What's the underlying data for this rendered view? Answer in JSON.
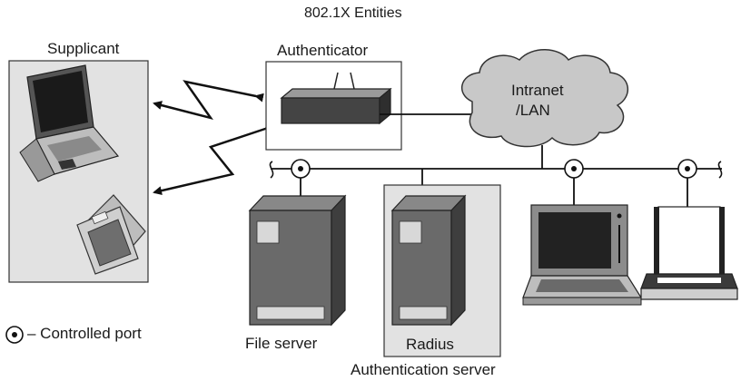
{
  "diagram": {
    "title": "802.1X Entities",
    "supplicant_label": "Supplicant",
    "authenticator_label": "Authenticator",
    "intranet_label_line1": "Intranet",
    "intranet_label_line2": "/LAN",
    "file_server_label": "File server",
    "radius_label": "Radius",
    "authentication_server_label": "Authentication server",
    "legend_text": "– Controlled port"
  }
}
